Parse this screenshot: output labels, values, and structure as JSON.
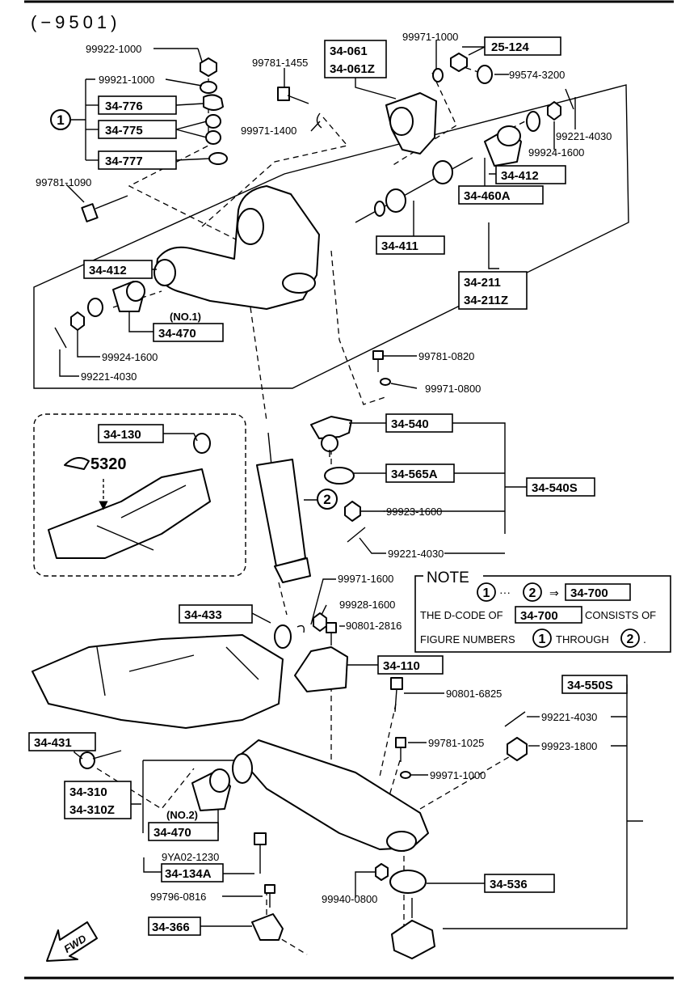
{
  "header": {
    "range": "(−9501)"
  },
  "group_marker_1": "1",
  "group_marker_2": "2",
  "ref_5320": "5320",
  "no1": "(NO.1)",
  "no2": "(NO.2)",
  "fwd": "FWD",
  "labels": {
    "p99922_1000": "99922-1000",
    "p99921_1000": "99921-1000",
    "p34_776": "34-776",
    "p34_775": "34-775",
    "p34_777": "34-777",
    "p99781_1090": "99781-1090",
    "p99781_1455": "99781-1455",
    "p99971_1400": "99971-1400",
    "p34_061": "34-061",
    "p34_061Z": "34-061Z",
    "p99971_1000_top": "99971-1000",
    "p25_124": "25-124",
    "p99574_3200": "99574-3200",
    "p99221_4030_top": "99221-4030",
    "p99924_1600_top": "99924-1600",
    "p34_412_top": "34-412",
    "p34_460A": "34-460A",
    "p34_411": "34-411",
    "p34_211": "34-211",
    "p34_211Z": "34-211Z",
    "p34_412_left": "34-412",
    "p34_470_1": "34-470",
    "p99924_1600_left": "99924-1600",
    "p99221_4030_left": "99221-4030",
    "p99781_0820": "99781-0820",
    "p99971_0800": "99971-0800",
    "p34_130": "34-130",
    "p34_540": "34-540",
    "p34_565A": "34-565A",
    "p34_540S": "34-540S",
    "p99923_1600": "99923-1600",
    "p99221_4030_mid": "99221-4030",
    "p99971_1600": "99971-1600",
    "p99928_1600": "99928-1600",
    "p90801_2816": "90801-2816",
    "p34_433": "34-433",
    "p34_110": "34-110",
    "p90801_6825": "90801-6825",
    "p34_550S": "34-550S",
    "p99221_4030_low": "99221-4030",
    "p99923_1800": "99923-1800",
    "p34_431": "34-431",
    "p99781_1025": "99781-1025",
    "p99971_1000_low": "99971-1000",
    "p34_310": "34-310",
    "p34_310Z": "34-310Z",
    "p34_470_2": "34-470",
    "p9YA02_1230": "9YA02-1230",
    "p34_134A": "34-134A",
    "p99796_0816": "99796-0816",
    "p99940_0800": "99940-0800",
    "p34_536": "34-536",
    "p34_366": "34-366"
  },
  "note": {
    "title": "NOTE",
    "ellipsis": "···",
    "arrow": "⇒",
    "code": "34-700",
    "line1_pre": "THE D-CODE OF",
    "line1_code": "34-700",
    "line1_post": "CONSISTS OF",
    "line2_pre": "FIGURE NUMBERS",
    "line2_mid": "THROUGH",
    "line2_end": "."
  }
}
